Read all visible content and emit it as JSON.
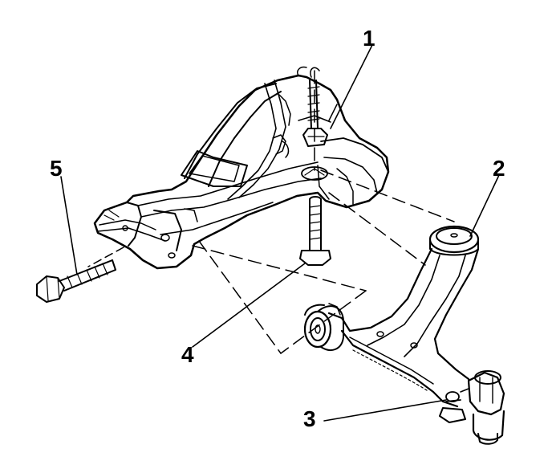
{
  "callouts": {
    "c1": "1",
    "c2": "2",
    "c3": "3",
    "c4": "4",
    "c5": "5"
  },
  "colors": {
    "stroke": "#000000",
    "background": "#ffffff"
  }
}
